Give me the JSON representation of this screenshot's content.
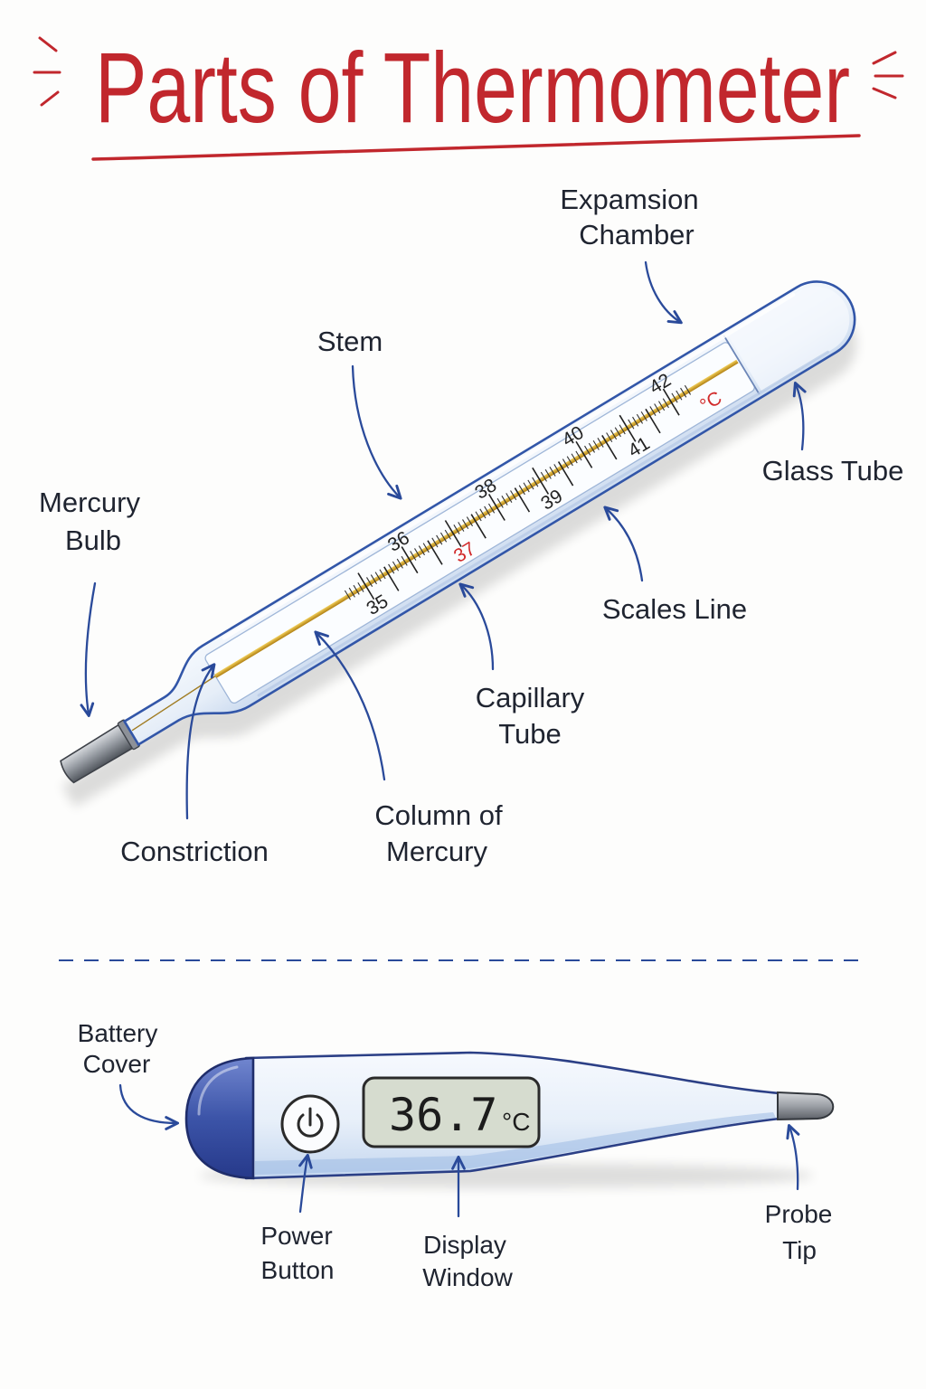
{
  "title": "Parts of Thermometer",
  "clinical_thermometer": {
    "labels": {
      "expansion_chamber": [
        "Expamsion",
        "Chamber"
      ],
      "stem": [
        "Stem"
      ],
      "mercury_bulb": [
        "Mercury",
        "Bulb"
      ],
      "glass_tube": [
        "Glass Tube"
      ],
      "scales_line": [
        "Scales Line"
      ],
      "capillary_tube": [
        "Capillary",
        "Tube"
      ],
      "column_of_mercury": [
        "Column of",
        "Mercury"
      ],
      "constriction": [
        "Constriction"
      ]
    },
    "scale": {
      "numbers": [
        "35",
        "36",
        "37",
        "38",
        "39",
        "40",
        "41",
        "42"
      ],
      "unit": "°C",
      "highlighted_number": "37"
    }
  },
  "digital_thermometer": {
    "display": {
      "reading": "36.7",
      "unit": "°C"
    },
    "labels": {
      "battery_cover": [
        "Battery",
        "Cover"
      ],
      "power_button": [
        "Power",
        "Button"
      ],
      "display_window": [
        "Display",
        "Window"
      ],
      "probe_tip": [
        "Probe",
        "Tip"
      ]
    }
  },
  "icons": {
    "power_button": "power-icon",
    "pointer": "arrow-icon"
  },
  "colors": {
    "title": "#c1272d",
    "label_text": "#1f2430",
    "arrow": "#2a4a9a",
    "glass_outline": "#3256a8",
    "mercury": "#d4a21a",
    "scale_highlight": "#d12a2a",
    "battery_cover": "#3c54a8",
    "lcd_background": "#d6dccf"
  }
}
